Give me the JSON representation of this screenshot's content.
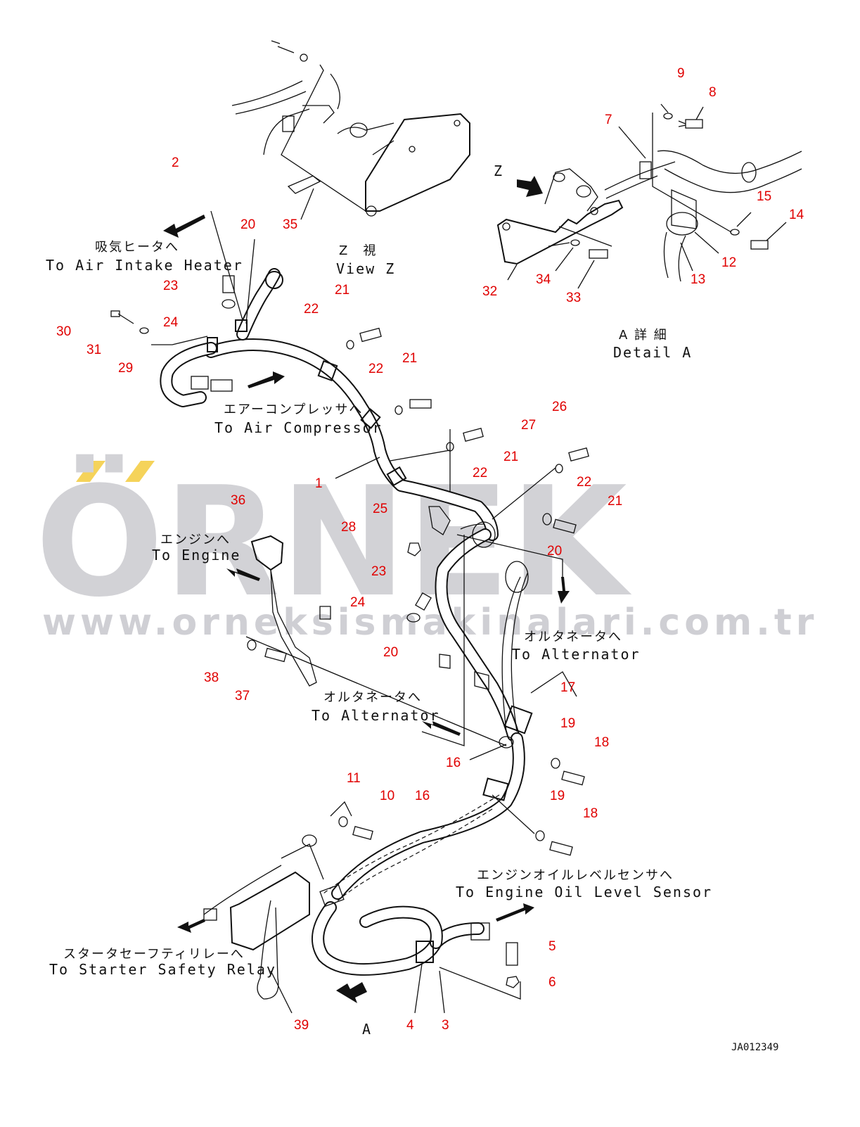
{
  "watermark": {
    "brand": "ÖRNEK",
    "url": "www.orneksismakinalari.com.tr",
    "accent_color": "#f5d35a"
  },
  "drawing_code": "JA012349",
  "views": {
    "view_z": {
      "jp": "Z　視",
      "en": "View Z"
    },
    "detail_a": {
      "jp": "A 詳 細",
      "en": "Detail A"
    },
    "marker_z": "Z",
    "marker_a": "A"
  },
  "destinations": {
    "air_intake_heater": {
      "jp": "吸気ヒータへ",
      "en": "To Air Intake Heater"
    },
    "air_compressor": {
      "jp": "エアーコンプレッサへ",
      "en": "To Air Compressor"
    },
    "engine": {
      "jp": "エンジンへ",
      "en": "To Engine"
    },
    "alternator_right": {
      "jp": "オルタネータへ",
      "en": "To Alternator"
    },
    "alternator_left": {
      "jp": "オルタネータへ",
      "en": "To Alternator"
    },
    "oil_level_sensor": {
      "jp": "エンジンオイルレベルセンサへ",
      "en": "To Engine Oil Level Sensor"
    },
    "starter_relay": {
      "jp": "スタータセーフティリレーへ",
      "en": "To Starter Safety Relay"
    }
  },
  "part_callouts": [
    "9",
    "8",
    "7",
    "15",
    "14",
    "12",
    "13",
    "32",
    "34",
    "33",
    "2",
    "20",
    "23",
    "24",
    "30",
    "31",
    "29",
    "35",
    "22",
    "21",
    "22",
    "21",
    "26",
    "27",
    "22",
    "21",
    "1",
    "22",
    "21",
    "25",
    "28",
    "20",
    "36",
    "23",
    "24",
    "20",
    "38",
    "37",
    "17",
    "16",
    "19",
    "18",
    "19",
    "18",
    "16",
    "11",
    "10",
    "5",
    "6",
    "4",
    "3",
    "39"
  ]
}
